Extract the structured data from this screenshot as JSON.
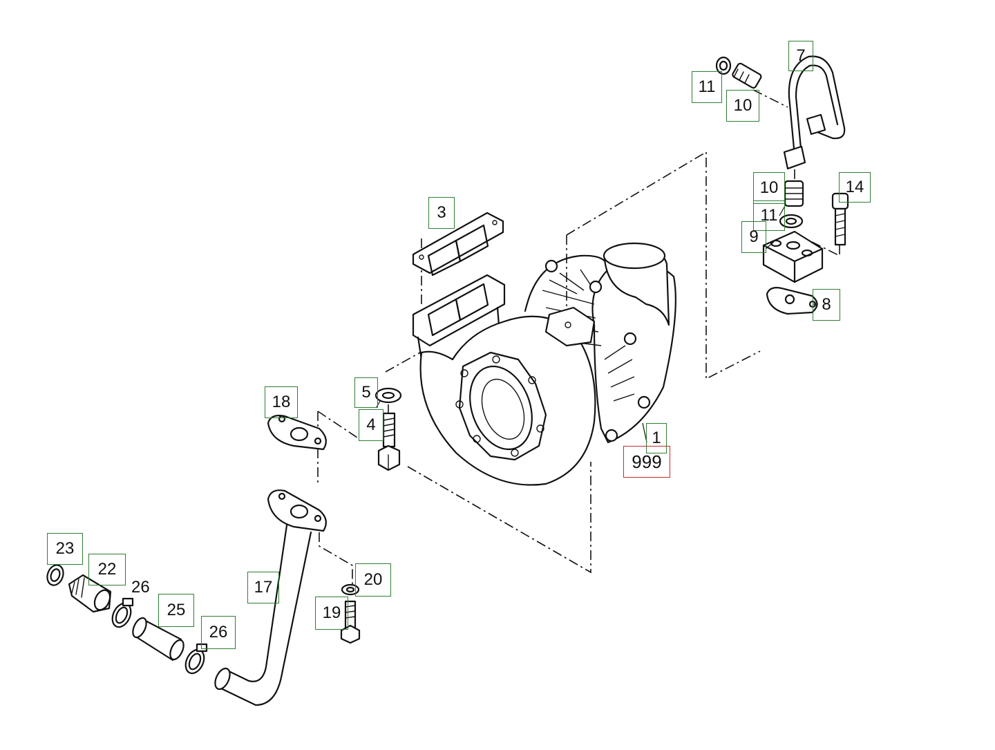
{
  "callouts": [
    {
      "id": "c7",
      "label": "7"
    },
    {
      "id": "c11a",
      "label": "11"
    },
    {
      "id": "c10a",
      "label": "10"
    },
    {
      "id": "c10b",
      "label": "10"
    },
    {
      "id": "c14",
      "label": "14"
    },
    {
      "id": "c11b",
      "label": "11"
    },
    {
      "id": "c9",
      "label": "9"
    },
    {
      "id": "c8",
      "label": "8"
    },
    {
      "id": "c3",
      "label": "3"
    },
    {
      "id": "c5",
      "label": "5"
    },
    {
      "id": "c18",
      "label": "18"
    },
    {
      "id": "c4",
      "label": "4"
    },
    {
      "id": "c1",
      "label": "1"
    },
    {
      "id": "c999",
      "label": "999"
    },
    {
      "id": "c23",
      "label": "23"
    },
    {
      "id": "c22",
      "label": "22"
    },
    {
      "id": "c17",
      "label": "17"
    },
    {
      "id": "c20",
      "label": "20"
    },
    {
      "id": "c25",
      "label": "25"
    },
    {
      "id": "c19",
      "label": "19"
    },
    {
      "id": "c26b",
      "label": "26"
    }
  ],
  "free_labels": [
    {
      "id": "f26a",
      "label": "26"
    }
  ],
  "colors": {
    "callout_border": "#2e7d32",
    "highlight_border": "#c62828",
    "line": "#111111"
  }
}
